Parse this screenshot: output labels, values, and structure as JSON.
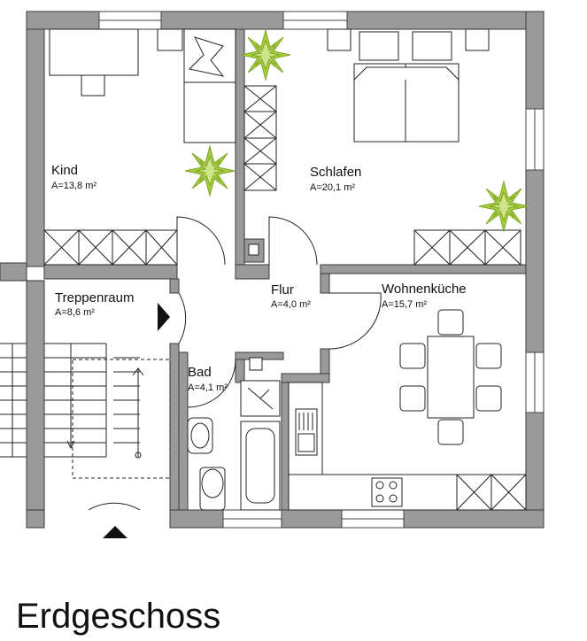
{
  "title": "Erdgeschoss",
  "rooms": {
    "kind": {
      "name": "Kind",
      "area": "A=13,8 m²"
    },
    "schlafen": {
      "name": "Schlafen",
      "area": "A=20,1 m²"
    },
    "treppenraum": {
      "name": "Treppenraum",
      "area": "A=8,6 m²"
    },
    "flur": {
      "name": "Flur",
      "area": "A=4,0 m²"
    },
    "wohnkueche": {
      "name": "Wohnenküche",
      "area": "A=15,7 m²"
    },
    "bad": {
      "name": "Bad",
      "area": "A=4,1 m²"
    }
  },
  "colors": {
    "wall": "#9a9a9a",
    "wall_outline": "#3a3a3a",
    "plant": "#9cc53a",
    "line": "#222222"
  }
}
